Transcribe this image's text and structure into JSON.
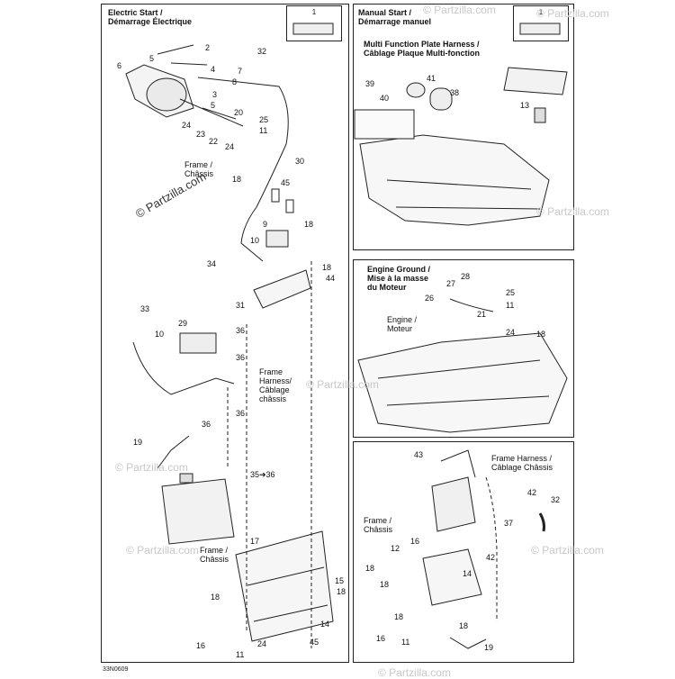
{
  "panels": {
    "electric": {
      "title": "Electric Start /\nDémarrage Électrique"
    },
    "manual": {
      "title": "Manual Start /\nDémarrage manuel",
      "subtitle": "Multi Function Plate Harness /\nCâblage Plaque Multi-fonction"
    },
    "ground": {
      "title": "Engine Ground /\nMise à la masse\ndu Moteur",
      "engine_label": "Engine /\nMoteur"
    },
    "battery_right": {
      "frame_harness": "Frame Harness /\nCâblage Châssis",
      "frame": "Frame /\nChâssis"
    }
  },
  "tube_number": "1",
  "labels": {
    "frame_left_top": "Frame /\nChâssis",
    "frame_harness_left": "Frame\nHarness/\nCâblage\nchâssis",
    "frame_left_bottom": "Frame /\nChâssis",
    "arrow_35_36": "35➔36"
  },
  "callouts_left": [
    "2",
    "32",
    "6",
    "5",
    "4",
    "7",
    "8",
    "3",
    "5",
    "20",
    "25",
    "11",
    "24",
    "23",
    "22",
    "24",
    "30",
    "18",
    "45",
    "9",
    "18",
    "10",
    "34",
    "18",
    "44",
    "33",
    "31",
    "29",
    "36",
    "10",
    "36",
    "36",
    "36",
    "19",
    "17",
    "15",
    "18",
    "18",
    "14",
    "16",
    "24",
    "11",
    "45"
  ],
  "callouts_right": [
    "41",
    "39",
    "40",
    "38",
    "13",
    "28",
    "27",
    "25",
    "26",
    "11",
    "21",
    "24",
    "18",
    "43",
    "42",
    "32",
    "37",
    "16",
    "12",
    "18",
    "14",
    "18",
    "42",
    "18",
    "16",
    "11",
    "18",
    "19"
  ],
  "watermark": "© Partzilla.com",
  "watermarks_faint": [
    "© Partzilla.com",
    "© Partzilla.com",
    "© Partzilla.com",
    "© Partzilla.com",
    "© Partzilla.com",
    "© Partzilla.com",
    "© Partzilla.com",
    "© Partzilla.com"
  ],
  "figure_ref": "33N0609"
}
